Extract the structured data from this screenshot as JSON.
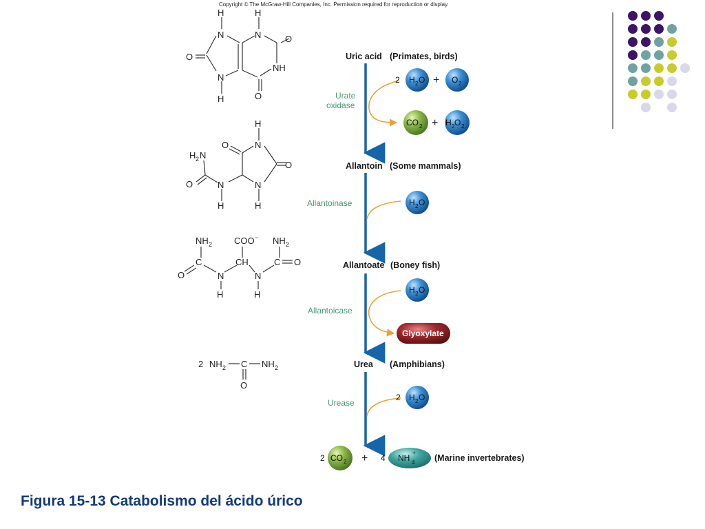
{
  "copyright": "Copyright © The McGraw-Hill Companies, Inc. Permission required for reproduction or display.",
  "caption": "Figura 15-13 Catabolismo del ácido úrico",
  "steps": [
    {
      "compound": "Uric acid",
      "organisms": "(Primates, birds)"
    },
    {
      "compound": "Allantoin",
      "organisms": "(Some mammals)"
    },
    {
      "compound": "Allantoate",
      "organisms": "(Boney fish)"
    },
    {
      "compound": "Urea",
      "organisms": "(Amphibians)"
    },
    {
      "compound": "",
      "organisms": "(Marine invertebrates)"
    }
  ],
  "enzymes": {
    "urate_oxidase_1": "Urate",
    "urate_oxidase_2": "oxidase",
    "allantoinase": "Allantoinase",
    "allantoicase": "Allantoicase",
    "urease": "Urease"
  },
  "products": {
    "glyoxylate": "Glyoxylate",
    "coef_2": "2",
    "coef_4": "4"
  },
  "colors": {
    "arrow": "#1565a8",
    "enzyme_text": "#4a9a70",
    "side_arrow": "#f0a030",
    "water_ball": "#3b8fd6",
    "co2_ball": "#8db84a",
    "nh4_ball": "#3fa5a0",
    "glyoxylate_pill": "#a0282d",
    "caption": "#123a78"
  },
  "dot_colors": [
    "#3d1466",
    "#6fa3a3",
    "#c8cc2a",
    "#d8d8ea"
  ]
}
